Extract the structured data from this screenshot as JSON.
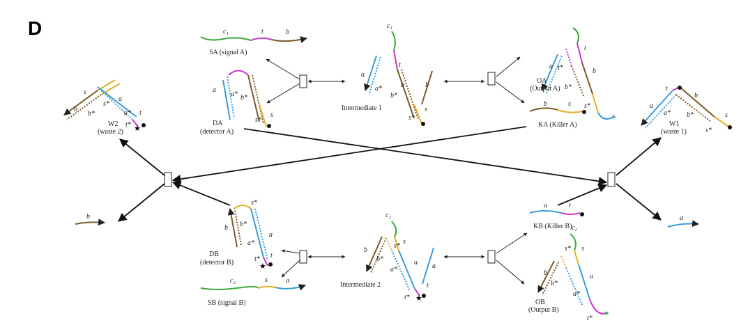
{
  "panel_label": "D",
  "colors": {
    "c_domain": "#3aa83a",
    "t_domain": "#cc33cc",
    "b_domain": "#7a5a2a",
    "a_domain": "#3a9ad8",
    "s_domain": "#e0b020",
    "arrow": "#111111"
  },
  "species": {
    "sa": "SA (signal A)",
    "da_1": "DA",
    "da_2": "(detector A)",
    "int1": "Intermediate 1",
    "oa_1": "OA",
    "oa_2": "(Output A)",
    "ka": "KA (Killer A)",
    "w2_1": "W2",
    "w2_2": "(waste 2)",
    "w1_1": "W1",
    "w1_2": "(waste 1)",
    "db_1": "DB",
    "db_2": "(detector B)",
    "int2": "Intermediate 2",
    "kb": "KB (Killer B)",
    "ob_1": "OB",
    "ob_2": "(Output B)",
    "sb": "SB (signal B)"
  },
  "domains": {
    "c1": "c₁",
    "c2": "c₂",
    "t": "t",
    "b": "b",
    "a": "a",
    "s": "s",
    "t_star": "t*",
    "b_star": "b*",
    "a_star": "a*",
    "s_star": "s*"
  }
}
